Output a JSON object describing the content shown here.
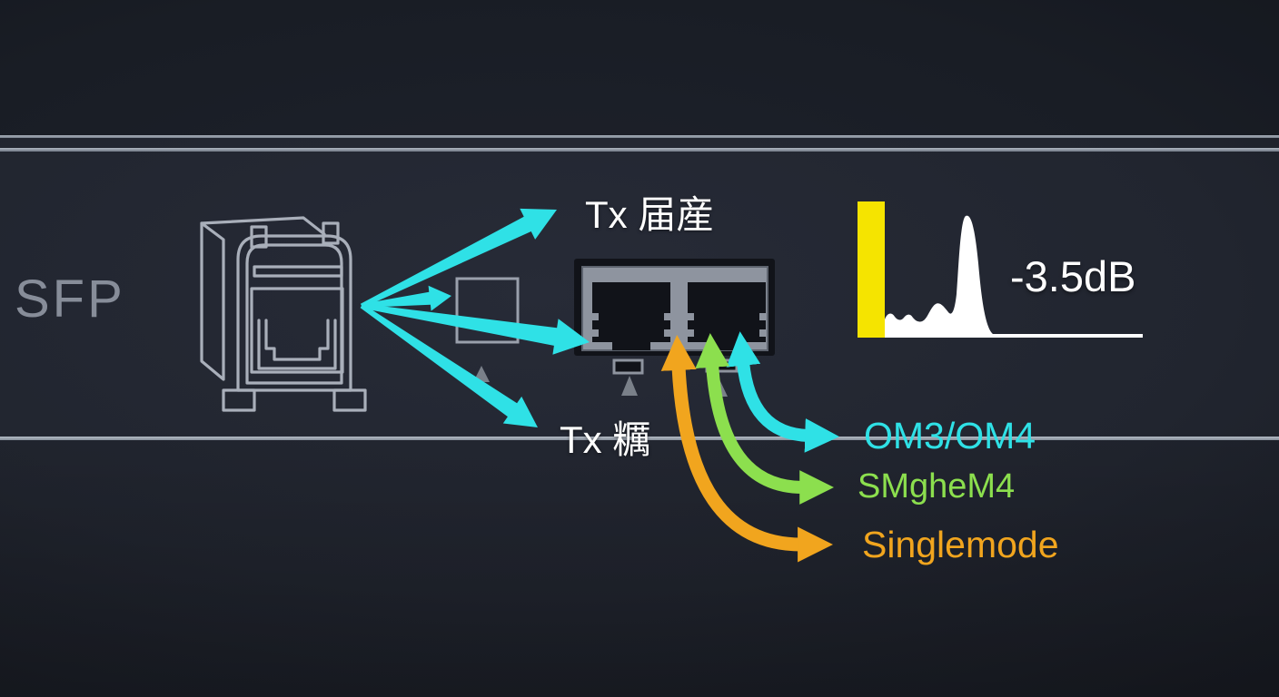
{
  "device": {
    "label": "SFP"
  },
  "sfp_outputs": {
    "top_label": "Tx 届産",
    "bottom_label": "Tx 糲"
  },
  "graph": {
    "measurement_label": "-3.5dB"
  },
  "fiber_types": [
    {
      "label": "OM3/OM4"
    },
    {
      "label": "SMgheM4"
    },
    {
      "label": "Singlemode"
    }
  ],
  "colors": {
    "cyan": "#2FE1E6",
    "green": "#8CDF4E",
    "orange": "#F1A51E",
    "yellow": "#F5E400",
    "white": "#FFFFFF",
    "wireframe": "#A9AFBA",
    "linegrey": "#9AA2AE",
    "labelgrey": "#878D99",
    "portface": "#8E949F",
    "portdark": "#111319",
    "triangle": "#7A8089",
    "background": "#21252F"
  }
}
